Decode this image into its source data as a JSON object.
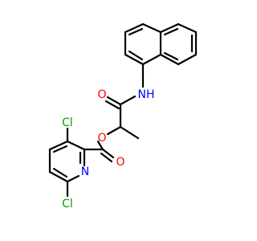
{
  "molecule": {
    "atoms": {
      "nh": {
        "text": "NH",
        "color": "#0000ff"
      },
      "o_carbonyl_amide": {
        "text": "O",
        "color": "#ff0000"
      },
      "o_ester_link": {
        "text": "O",
        "color": "#ff0000"
      },
      "o_carbonyl_ester": {
        "text": "O",
        "color": "#ff0000"
      },
      "cl_top": {
        "text": "Cl",
        "color": "#00a000"
      },
      "cl_bottom": {
        "text": "Cl",
        "color": "#00a000"
      },
      "n_pyridine": {
        "text": "N",
        "color": "#0000ff"
      }
    }
  }
}
